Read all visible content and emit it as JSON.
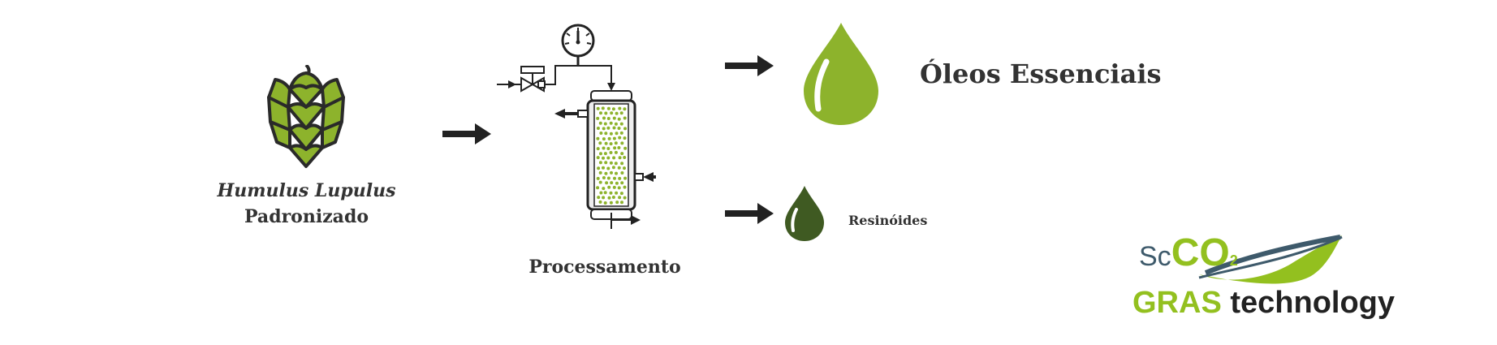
{
  "hop": {
    "line1": "Humulus Lupulus",
    "line2": "Padronizado"
  },
  "process": {
    "label": "Processamento"
  },
  "outputs": {
    "oils": {
      "label": "Óleos Essenciais"
    },
    "resins": {
      "label": "Resinóides"
    }
  },
  "logo": {
    "sc": "Sc",
    "co": "CO",
    "sub": "2",
    "gras": "GRAS",
    "tech": "technology"
  },
  "colors": {
    "green": "#8db32c",
    "dark_green": "#3f5a22",
    "text": "#333333",
    "arrow": "#222222",
    "logo_green": "#93c01f"
  },
  "icons": [
    "hop-cone-icon",
    "extraction-column-icon",
    "pressure-gauge-icon",
    "valve-icon",
    "drop-icon",
    "leaf-icon"
  ]
}
